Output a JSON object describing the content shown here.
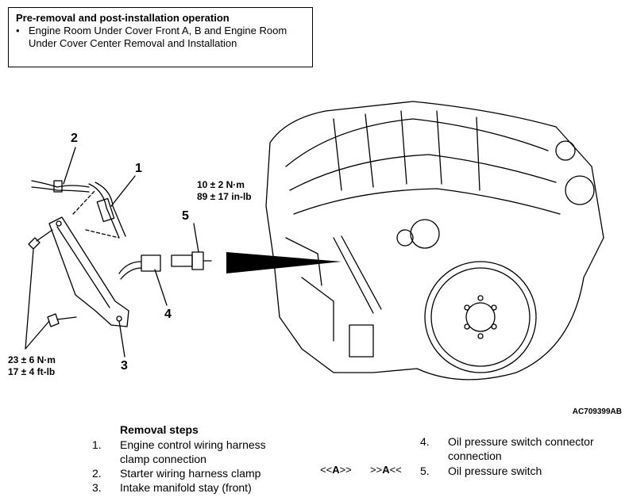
{
  "prebox": {
    "title": "Pre-removal and post-installation operation",
    "bullet": "•",
    "line1": "Engine Room Under Cover Front A, B and Engine Room",
    "line2": "Under Cover Center Removal and Installation"
  },
  "callouts": {
    "c1": "1",
    "c2": "2",
    "c3": "3",
    "c4": "4",
    "c5": "5"
  },
  "torque_5": {
    "line1": "10 ± 2 N·m",
    "line2": "89 ± 17 in-lb"
  },
  "torque_bolts": {
    "line1": "23 ± 6 N·m",
    "line2": "17 ± 4 ft-lb"
  },
  "figure_code": "AC709399AB",
  "removal": {
    "title": "Removal steps",
    "steps": [
      {
        "num": "1.",
        "line1": "Engine control wiring harness",
        "line2": "clamp connection"
      },
      {
        "num": "2.",
        "line1": "Starter wiring harness clamp"
      },
      {
        "num": "3.",
        "line1": "Intake manifold stay (front)"
      },
      {
        "num": "4.",
        "line1": "Oil pressure switch connector",
        "line2": "connection"
      },
      {
        "num": "5.",
        "line1": "Oil pressure switch"
      }
    ],
    "proc_a1_pre": "<<",
    "proc_a1_letter": "A",
    "proc_a1_post": ">>",
    "proc_a2_pre": ">>",
    "proc_a2_letter": "A",
    "proc_a2_post": "<<"
  }
}
